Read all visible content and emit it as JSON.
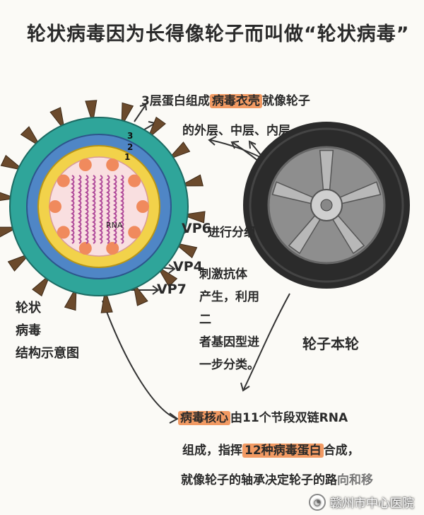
{
  "title": "轮状病毒因为长得像轮子而叫做“轮状病毒”",
  "shell_note": {
    "prefix": "3层蛋白组成",
    "highlight": "病毒衣壳",
    "suffix": "就像轮子",
    "line2": "的外层、中层、内层"
  },
  "virus_labels": {
    "layer3": "3",
    "layer2": "2",
    "layer1": "1",
    "rna": "RNA"
  },
  "vp6": {
    "label": "VP6",
    "desc": "进行分组"
  },
  "vp4": {
    "label": "VP4"
  },
  "vp7": {
    "label": "VP7"
  },
  "vp_desc": [
    "刺激抗体",
    "产生，利用二",
    "者基因型进",
    "一步分类。"
  ],
  "virus_caption": [
    "轮状",
    "病毒",
    "结构示意图"
  ],
  "wheel_caption": "轮子本轮",
  "core_note": {
    "highlight1": "病毒核心",
    "text1": "由11个节段双链RNA",
    "text2a": "组成，指挥",
    "highlight2": "12种病毒蛋白",
    "text2b": "合成，",
    "text3": "就像轮子的轴承决定轮子的路",
    "text3_faded": "向和移"
  },
  "watermark": "赣州市中心医院",
  "colors": {
    "outer": "#2fa59a",
    "middle": "#4f86c6",
    "inner": "#f2d24a",
    "core": "#f9dfe0",
    "rna": "#b04a9a",
    "spike": "#6b4a2c",
    "highlight": "#f29a63",
    "tire": "#2b2b2b",
    "rim": "#9a9a9a"
  }
}
